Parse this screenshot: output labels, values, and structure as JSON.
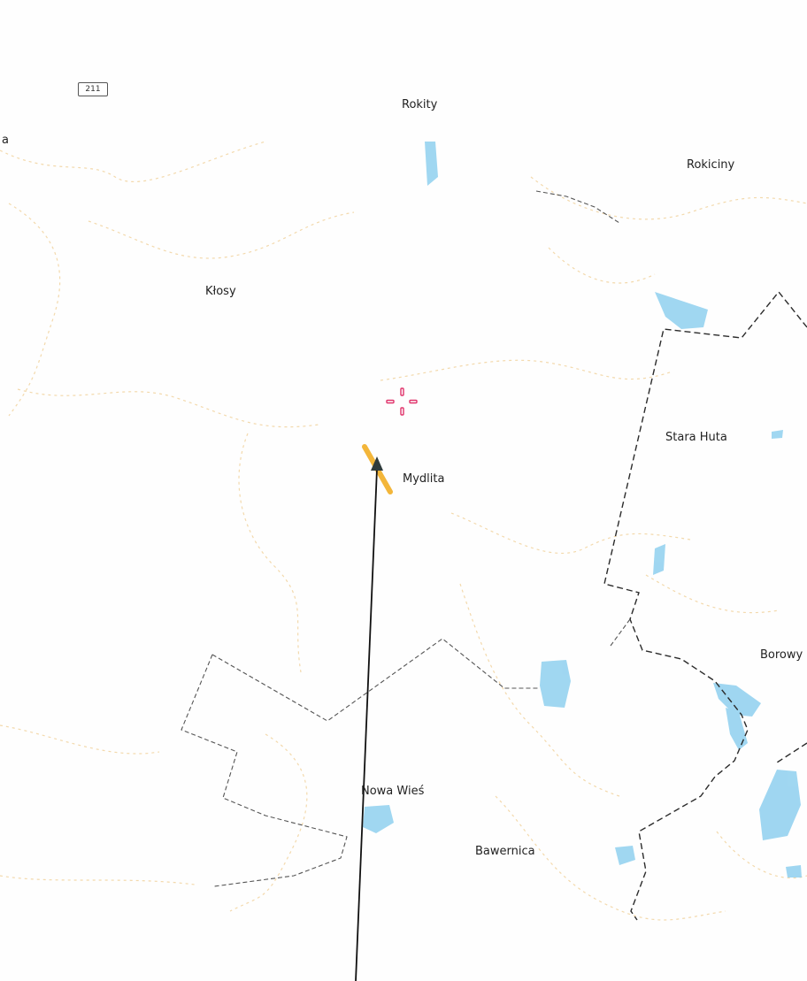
{
  "map": {
    "road_number": "211",
    "edge_fragment": "a",
    "places": [
      {
        "id": "rokity",
        "name": "Rokity"
      },
      {
        "id": "rokiciny",
        "name": "Rokiciny"
      },
      {
        "id": "klosy",
        "name": "Kłosy"
      },
      {
        "id": "stara-huta",
        "name": "Stara Huta"
      },
      {
        "id": "mydlita",
        "name": "Mydlita"
      },
      {
        "id": "borowy",
        "name": "Borowy"
      },
      {
        "id": "nowa-wies",
        "name": "Nowa Wieś"
      },
      {
        "id": "bawernica",
        "name": "Bawernica"
      }
    ],
    "icons": {
      "crosshair": "crosshair-icon",
      "position": "position-arrow-icon"
    },
    "colors": {
      "water": "#8fd0ef",
      "boundary": "#2b2b2b",
      "path": "#f5d9a8",
      "route": "#111111",
      "highlight": "#f3b63a",
      "crosshair": "#e0336b"
    }
  }
}
